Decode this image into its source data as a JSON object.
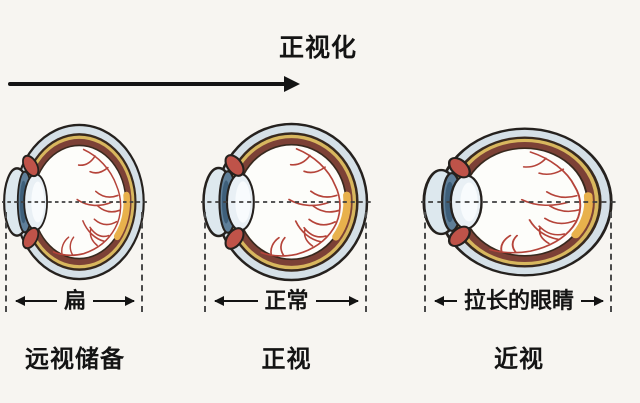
{
  "title": {
    "text": "正视化"
  },
  "panels": [
    {
      "eye_type": "flat",
      "shape_label": "扁",
      "state_label": "远视储备"
    },
    {
      "eye_type": "normal",
      "shape_label": "正常",
      "state_label": "正视"
    },
    {
      "eye_type": "elongated",
      "shape_label": "拉长的眼睛",
      "state_label": "近视"
    }
  ],
  "colors": {
    "background": "#f7f5f1",
    "text": "#141414",
    "outline": "#25211e",
    "sclera": "#d5e0e7",
    "ring_dark": "#38291e",
    "retina_yellow": "#d8b75e",
    "choroid": "#7c4136",
    "macula": "#e8b14c",
    "vessels": "#b5443a",
    "cornea": "#dde8ee",
    "iris": "#5f7f99",
    "iris_dark": "#3e5f7a",
    "lens": "#e9f0f5",
    "ciliary": "#bf5349"
  }
}
